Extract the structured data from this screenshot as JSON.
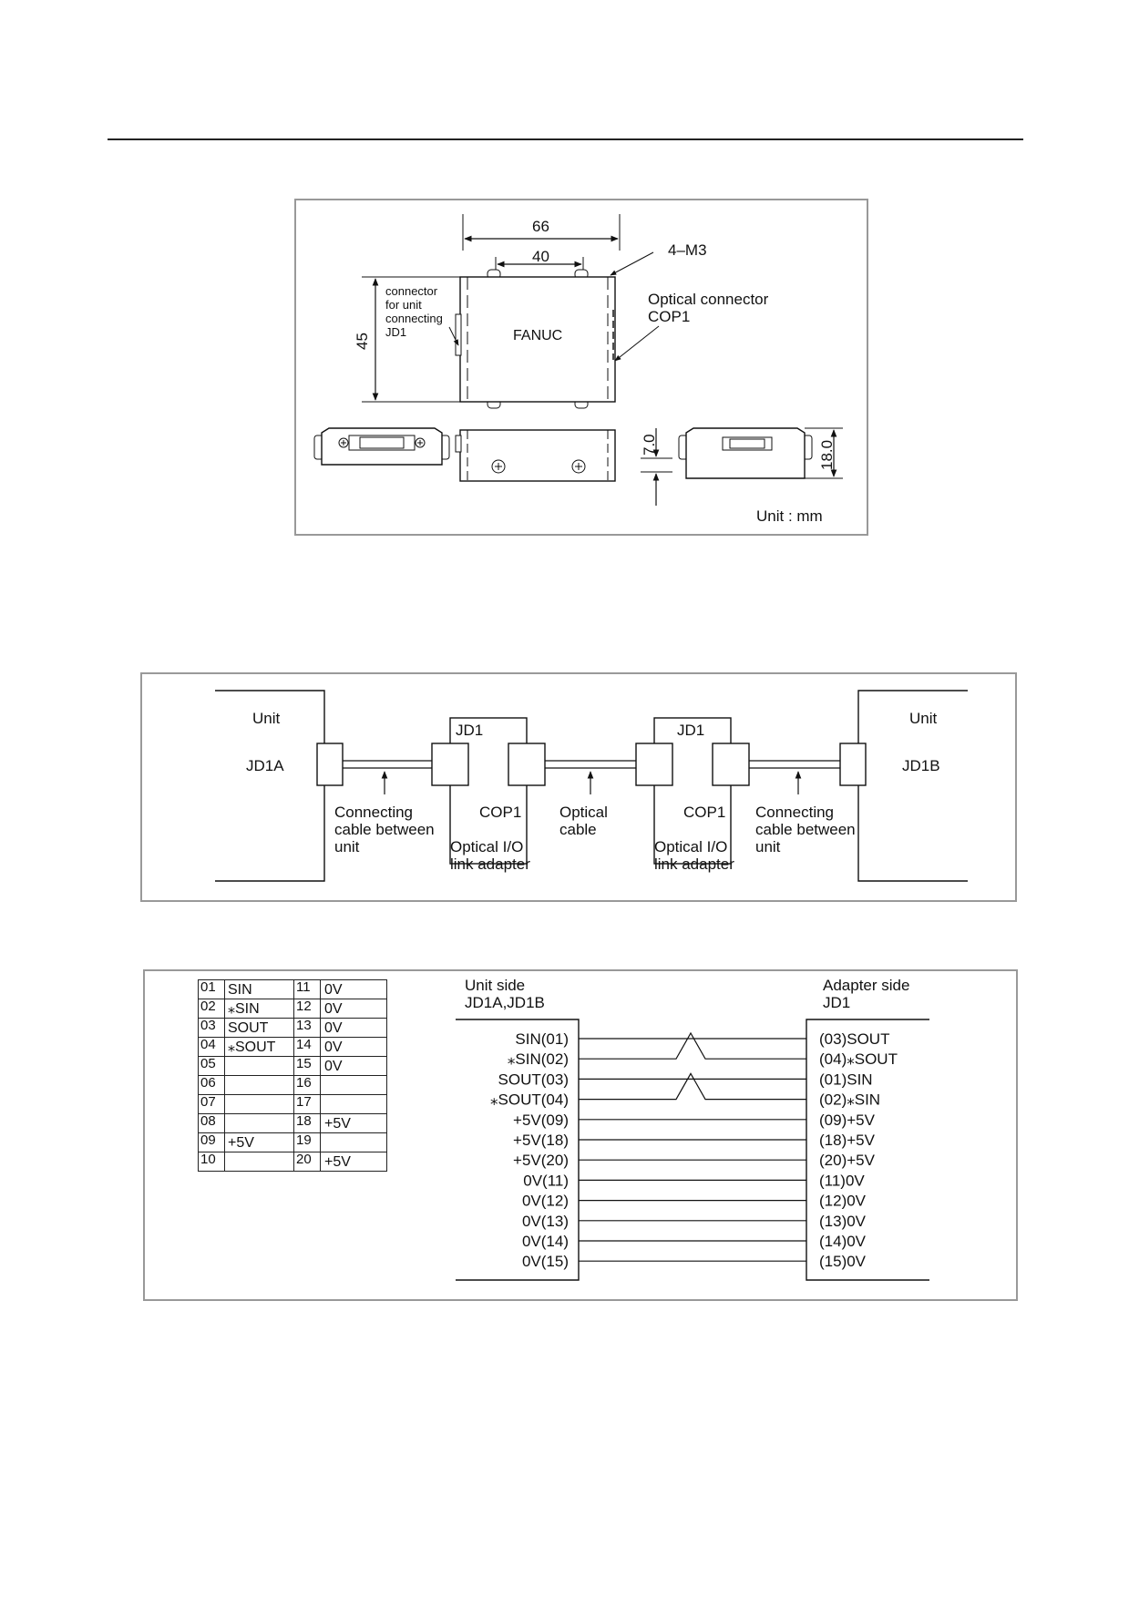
{
  "figure1": {
    "dim_66": "66",
    "dim_40": "40",
    "dim_45": "45",
    "screw_label": "4–M3",
    "connector_note": [
      "connector",
      "for unit",
      "connecting",
      "JD1"
    ],
    "brand": "FANUC",
    "optical_connector": [
      "Optical connector",
      "COP1"
    ],
    "dim_7": "7.0",
    "dim_18": "18.0",
    "unit": "Unit : mm"
  },
  "figure2": {
    "left_unit": "Unit",
    "left_connector": "JD1A",
    "right_unit": "Unit",
    "right_connector": "JD1B",
    "adapter_jd1": "JD1",
    "adapter_cop1": "COP1",
    "connecting_cable": [
      "Connecting",
      "cable between",
      "unit"
    ],
    "optical_cable": [
      "Optical",
      "cable"
    ],
    "adapter_label": [
      "Optical I/O",
      "link adapter"
    ]
  },
  "figure3": {
    "pin_table": [
      {
        "a_num": "01",
        "a_sig": "SIN",
        "b_num": "11",
        "b_sig": "0V"
      },
      {
        "a_num": "02",
        "a_sig": "⁎SIN",
        "b_num": "12",
        "b_sig": "0V"
      },
      {
        "a_num": "03",
        "a_sig": "SOUT",
        "b_num": "13",
        "b_sig": "0V"
      },
      {
        "a_num": "04",
        "a_sig": "⁎SOUT",
        "b_num": "14",
        "b_sig": "0V"
      },
      {
        "a_num": "05",
        "a_sig": "",
        "b_num": "15",
        "b_sig": "0V"
      },
      {
        "a_num": "06",
        "a_sig": "",
        "b_num": "16",
        "b_sig": ""
      },
      {
        "a_num": "07",
        "a_sig": "",
        "b_num": "17",
        "b_sig": ""
      },
      {
        "a_num": "08",
        "a_sig": "",
        "b_num": "18",
        "b_sig": "+5V"
      },
      {
        "a_num": "09",
        "a_sig": "+5V",
        "b_num": "19",
        "b_sig": ""
      },
      {
        "a_num": "10",
        "a_sig": "",
        "b_num": "20",
        "b_sig": "+5V"
      }
    ],
    "unit_side_title": [
      "Unit side",
      "JD1A,JD1B"
    ],
    "adapter_side_title": [
      "Adapter side",
      "JD1"
    ],
    "unit_side_signals": [
      "SIN(01)",
      "⁎SIN(02)",
      "SOUT(03)",
      "⁎SOUT(04)",
      "+5V(09)",
      "+5V(18)",
      "+5V(20)",
      "0V(11)",
      "0V(12)",
      "0V(13)",
      "0V(14)",
      "0V(15)"
    ],
    "adapter_side_signals": [
      "(03)SOUT",
      "(04)⁎SOUT",
      "(01)SIN",
      "(02)⁎SIN",
      "(09)+5V",
      "(18)+5V",
      "(20)+5V",
      "(11)0V",
      "(12)0V",
      "(13)0V",
      "(14)0V",
      "(15)0V"
    ]
  }
}
